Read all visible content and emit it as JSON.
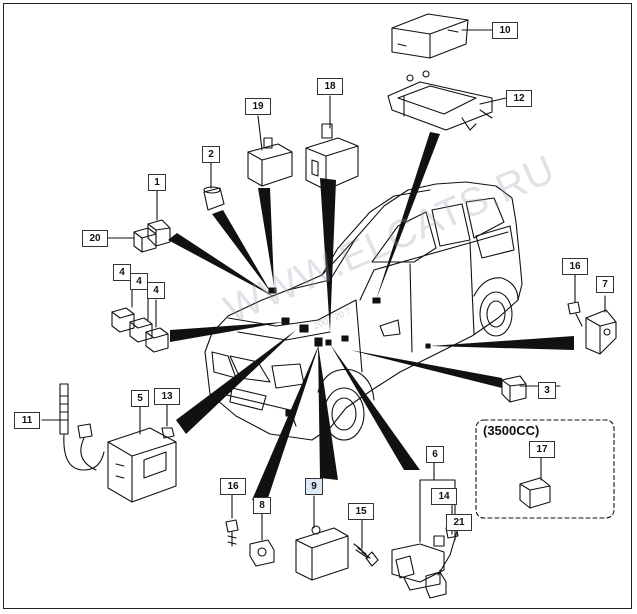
{
  "callouts": {
    "p1": "1",
    "p2": "2",
    "p3": "3",
    "p4a": "4",
    "p4b": "4",
    "p4c": "4",
    "p5": "5",
    "p6": "6",
    "p7": "7",
    "p8": "8",
    "p9": "9",
    "p10": "10",
    "p11": "11",
    "p12": "12",
    "p13": "13",
    "p14": "14",
    "p15": "15",
    "p16a": "16",
    "p16b": "16",
    "p17": "17",
    "p18": "18",
    "p19": "19",
    "p20": "20",
    "p21": "21"
  },
  "variant": {
    "label": "(3500CC)"
  },
  "watermark": {
    "main": "WWW.ELCATS.RU",
    "small": "2007 20 7"
  },
  "colors": {
    "line": "#111111",
    "highlight": "#dbe9f6",
    "frame": "#222222"
  }
}
